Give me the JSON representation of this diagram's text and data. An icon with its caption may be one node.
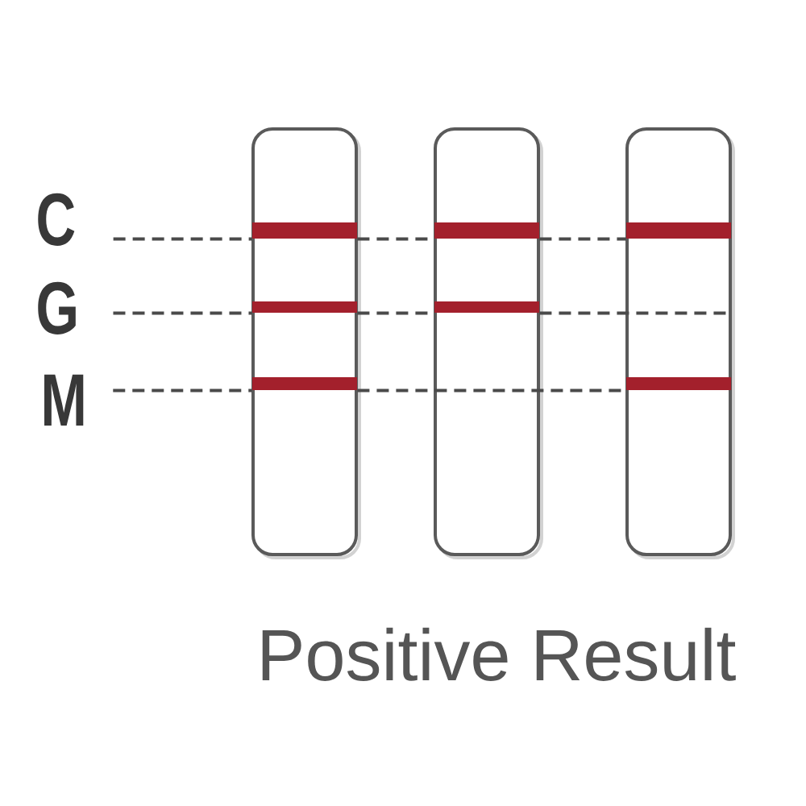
{
  "diagram": {
    "caption": "Positive Result",
    "nodes": [
      {
        "text": [
          "C"
        ]
      },
      {
        "text": [
          "G"
        ]
      },
      {
        "text": [
          "M"
        ]
      },
      {
        "text": [],
        "shape": "box"
      },
      {
        "text": [],
        "shape": "bar",
        "in": 3
      },
      {
        "text": [],
        "shape": "bar",
        "in": 3
      },
      {
        "text": [],
        "shape": "bar",
        "in": 3
      },
      {
        "text": [],
        "shape": "box"
      },
      {
        "text": [],
        "shape": "bar",
        "in": 7
      },
      {
        "text": [],
        "shape": "bar",
        "in": 7
      },
      {
        "text": [],
        "shape": "box"
      },
      {
        "text": [],
        "shape": "bar",
        "in": 10
      },
      {
        "text": [],
        "shape": "bar",
        "in": 10
      }
    ],
    "edges": [
      {
        "from": 0,
        "to": 4,
        "arrow": "none",
        "style": "dashed"
      },
      {
        "from": 4,
        "to": 8,
        "arrow": "none",
        "style": "dashed"
      },
      {
        "from": 8,
        "to": 11,
        "arrow": "none",
        "style": "dashed"
      },
      {
        "from": 1,
        "to": 5,
        "arrow": "none",
        "style": "dashed"
      },
      {
        "from": 5,
        "to": 9,
        "arrow": "none",
        "style": "dashed"
      },
      {
        "from": 9,
        "to": 10,
        "arrow": "none",
        "style": "dashed"
      },
      {
        "from": 2,
        "to": 6,
        "arrow": "none",
        "style": "dashed"
      },
      {
        "from": 6,
        "to": 12,
        "arrow": "none",
        "style": "dashed"
      }
    ]
  }
}
